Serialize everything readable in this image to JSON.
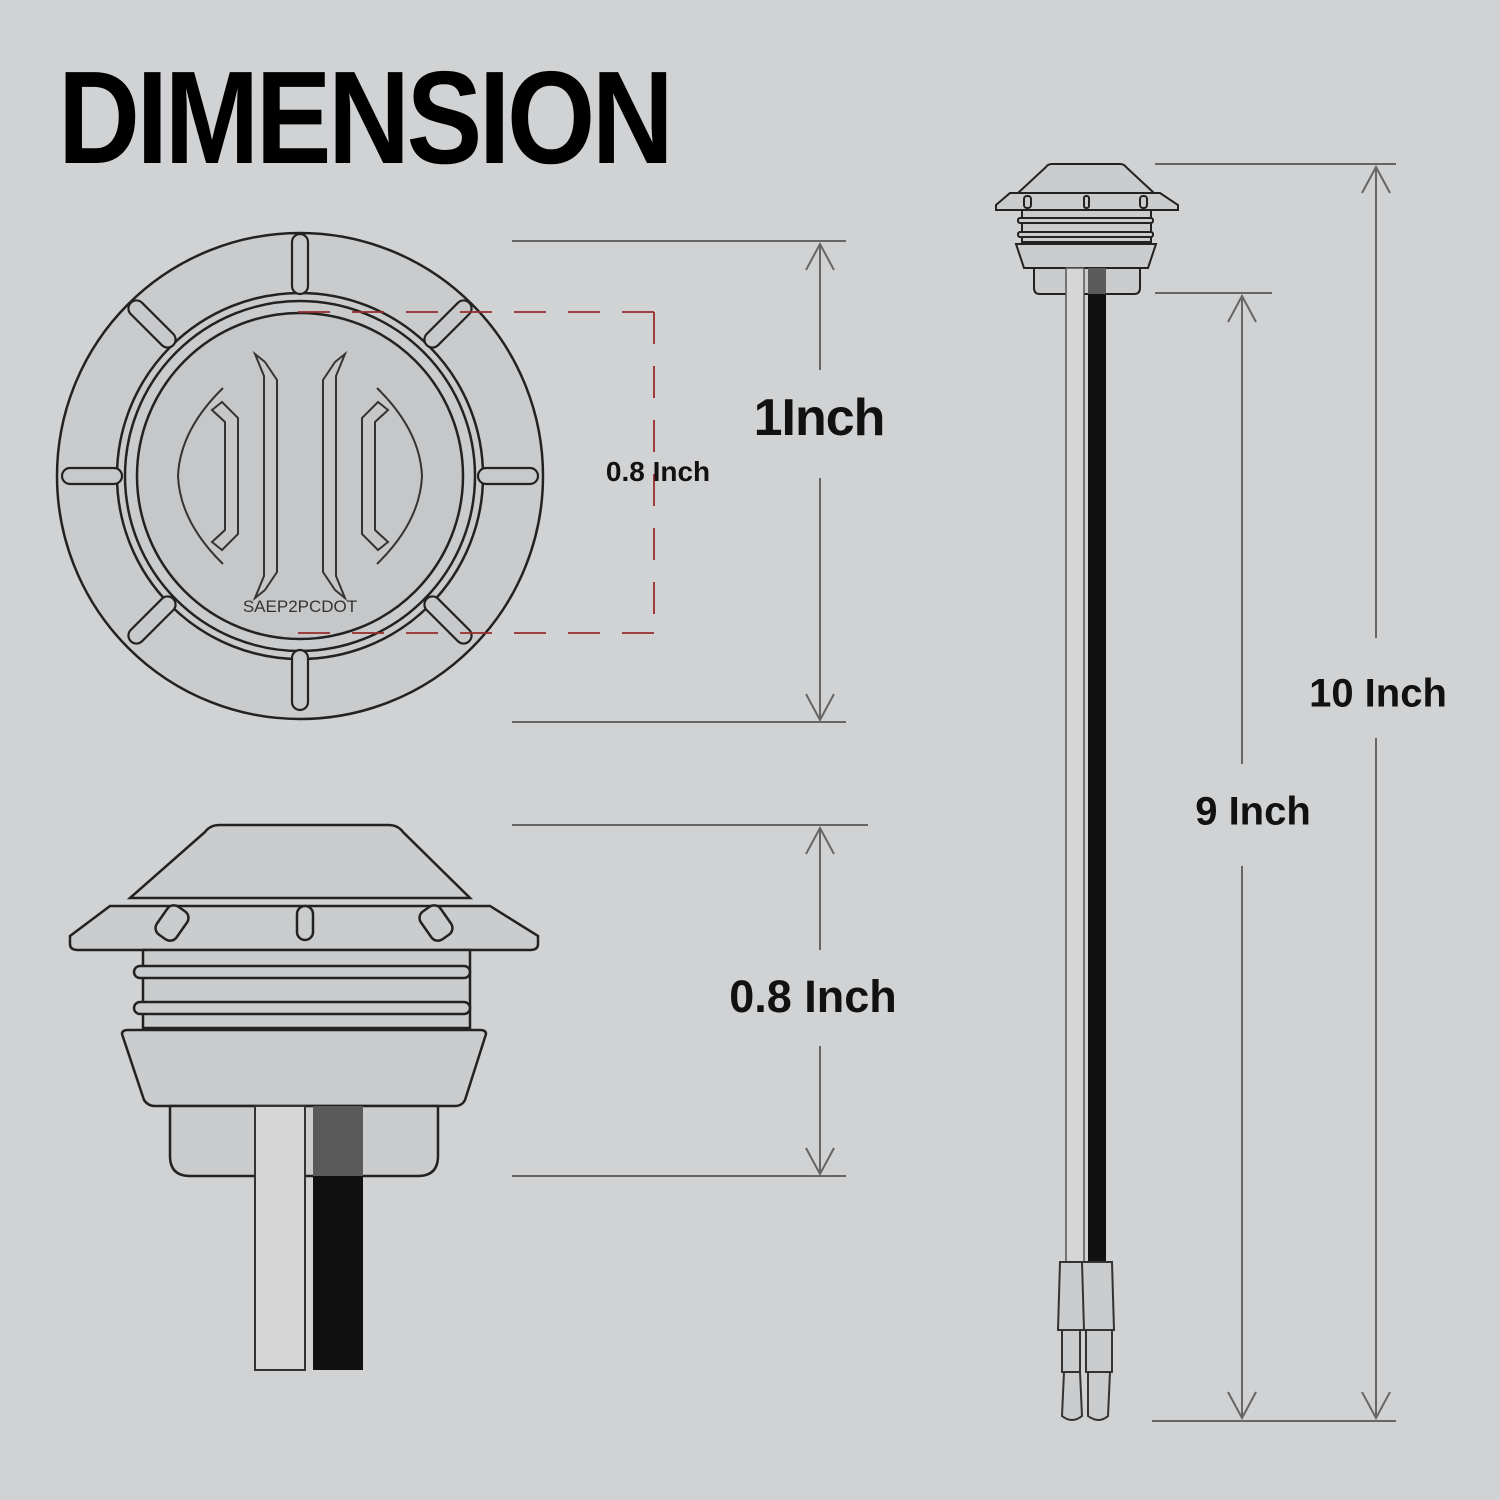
{
  "title": "DIMENSION",
  "lens_marking": "SAEP2PCDOT",
  "dimensions": {
    "top_view_diameter": "1Inch",
    "lens_diameter": "0.8 Inch",
    "side_view_height": "0.8 Inch",
    "wire_length": "9 Inch",
    "total_length": "10 Inch"
  },
  "colors": {
    "background": "#d1d2d4",
    "dimension_line": "#666666",
    "lens_guide": "#9a2b2b",
    "wire_black": "#111111",
    "wire_white": "#dcdcdc"
  }
}
